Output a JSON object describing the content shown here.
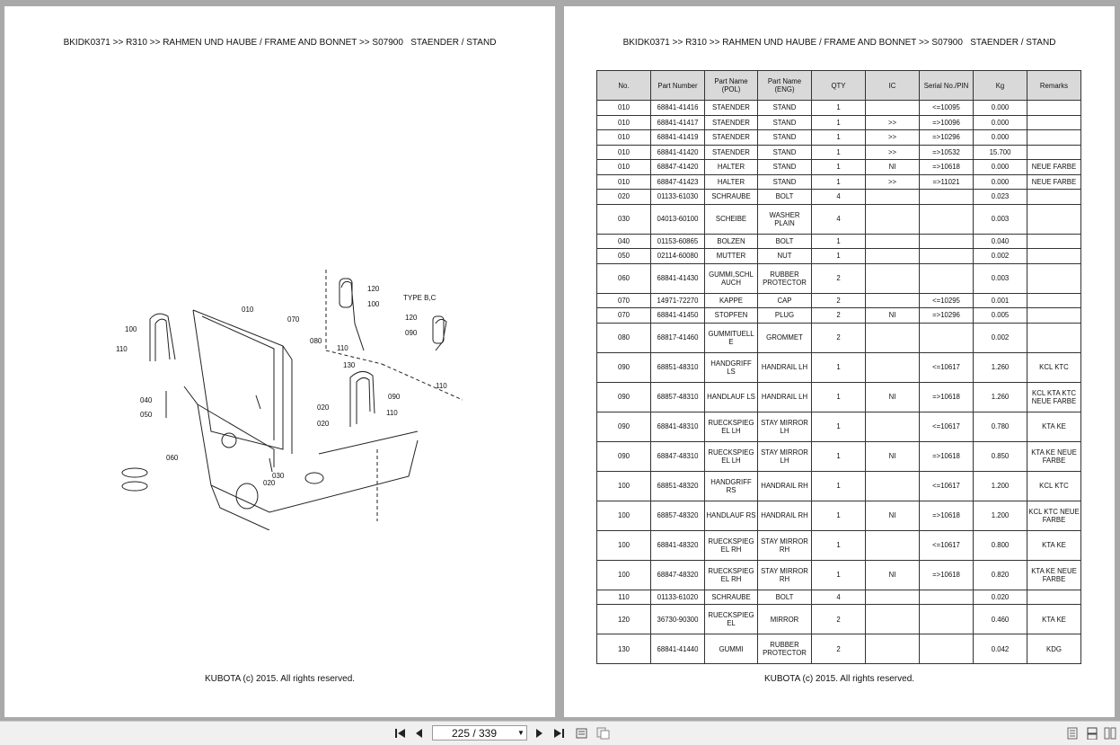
{
  "left_page": {
    "header": "BKIDK0371 >> R310 >> RAHMEN UND HAUBE / FRAME AND BONNET >> S07900   STAENDER / STAND",
    "footer": "KUBOTA (c) 2015. All rights reserved.",
    "diagram_labels": {
      "type": "TYPE B,C",
      "l010": "010",
      "l070": "070",
      "l080": "080",
      "l100a": "100",
      "l110a": "110",
      "l120a": "120",
      "l100b": "100",
      "l110b": "110",
      "l130": "130",
      "l120b": "120",
      "l090a": "090",
      "l110c": "110",
      "l090b": "090",
      "l110d": "110",
      "l040": "040",
      "l050": "050",
      "l020a": "020",
      "l020b": "020",
      "l060": "060",
      "l030": "030",
      "l020c": "020"
    }
  },
  "right_page": {
    "header": "BKIDK0371 >> R310 >> RAHMEN UND HAUBE / FRAME AND BONNET >> S07900   STAENDER / STAND",
    "footer": "KUBOTA (c) 2015. All rights reserved.",
    "table": {
      "headers": [
        "No.",
        "Part Number",
        "Part Name (POL)",
        "Part Name (ENG)",
        "QTY",
        "IC",
        "Serial No./PIN",
        "Kg",
        "Remarks"
      ],
      "rows": [
        {
          "no": "010",
          "pn": "68841-41416",
          "pol": "STAENDER",
          "eng": "STAND",
          "qty": "1",
          "ic": "",
          "serial": "<=10095",
          "kg": "0.000",
          "rem": ""
        },
        {
          "no": "010",
          "pn": "68841-41417",
          "pol": "STAENDER",
          "eng": "STAND",
          "qty": "1",
          "ic": ">>",
          "serial": "=>10096",
          "kg": "0.000",
          "rem": ""
        },
        {
          "no": "010",
          "pn": "68841-41419",
          "pol": "STAENDER",
          "eng": "STAND",
          "qty": "1",
          "ic": ">>",
          "serial": "=>10296",
          "kg": "0.000",
          "rem": ""
        },
        {
          "no": "010",
          "pn": "68841-41420",
          "pol": "STAENDER",
          "eng": "STAND",
          "qty": "1",
          "ic": ">>",
          "serial": "=>10532",
          "kg": "15.700",
          "rem": ""
        },
        {
          "no": "010",
          "pn": "68847-41420",
          "pol": "HALTER",
          "eng": "STAND",
          "qty": "1",
          "ic": "NI",
          "serial": "=>10618",
          "kg": "0.000",
          "rem": "NEUE FARBE"
        },
        {
          "no": "010",
          "pn": "68847-41423",
          "pol": "HALTER",
          "eng": "STAND",
          "qty": "1",
          "ic": ">>",
          "serial": "=>11021",
          "kg": "0.000",
          "rem": "NEUE FARBE"
        },
        {
          "no": "020",
          "pn": "01133-61030",
          "pol": "SCHRAUBE",
          "eng": "BOLT",
          "qty": "4",
          "ic": "",
          "serial": "",
          "kg": "0.023",
          "rem": ""
        },
        {
          "no": "030",
          "pn": "04013-60100",
          "pol": "SCHEIBE",
          "eng": "WASHER PLAIN",
          "qty": "4",
          "ic": "",
          "serial": "",
          "kg": "0.003",
          "rem": ""
        },
        {
          "no": "040",
          "pn": "01153-60865",
          "pol": "BOLZEN",
          "eng": "BOLT",
          "qty": "1",
          "ic": "",
          "serial": "",
          "kg": "0.040",
          "rem": ""
        },
        {
          "no": "050",
          "pn": "02114-60080",
          "pol": "MUTTER",
          "eng": "NUT",
          "qty": "1",
          "ic": "",
          "serial": "",
          "kg": "0.002",
          "rem": ""
        },
        {
          "no": "060",
          "pn": "68841-41430",
          "pol": "GUMMI,SCHL AUCH",
          "eng": "RUBBER PROTECTOR",
          "qty": "2",
          "ic": "",
          "serial": "",
          "kg": "0.003",
          "rem": ""
        },
        {
          "no": "070",
          "pn": "14971-72270",
          "pol": "KAPPE",
          "eng": "CAP",
          "qty": "2",
          "ic": "",
          "serial": "<=10295",
          "kg": "0.001",
          "rem": ""
        },
        {
          "no": "070",
          "pn": "68841-41450",
          "pol": "STOPFEN",
          "eng": "PLUG",
          "qty": "2",
          "ic": "NI",
          "serial": "=>10296",
          "kg": "0.005",
          "rem": ""
        },
        {
          "no": "080",
          "pn": "68817-41460",
          "pol": "GUMMITUELL E",
          "eng": "GROMMET",
          "qty": "2",
          "ic": "",
          "serial": "",
          "kg": "0.002",
          "rem": ""
        },
        {
          "no": "090",
          "pn": "68851-48310",
          "pol": "HANDGRIFF LS",
          "eng": "HANDRAIL LH",
          "qty": "1",
          "ic": "",
          "serial": "<=10617",
          "kg": "1.260",
          "rem": "KCL KTC"
        },
        {
          "no": "090",
          "pn": "68857-48310",
          "pol": "HANDLAUF LS",
          "eng": "HANDRAIL LH",
          "qty": "1",
          "ic": "NI",
          "serial": "=>10618",
          "kg": "1.260",
          "rem": "KCL KTA KTC NEUE FARBE"
        },
        {
          "no": "090",
          "pn": "68841-48310",
          "pol": "RUECKSPIEG EL LH",
          "eng": "STAY MIRROR LH",
          "qty": "1",
          "ic": "",
          "serial": "<=10617",
          "kg": "0.780",
          "rem": "KTA KE"
        },
        {
          "no": "090",
          "pn": "68847-48310",
          "pol": "RUECKSPIEG EL LH",
          "eng": "STAY MIRROR LH",
          "qty": "1",
          "ic": "NI",
          "serial": "=>10618",
          "kg": "0.850",
          "rem": "KTA KE NEUE FARBE"
        },
        {
          "no": "100",
          "pn": "68851-48320",
          "pol": "HANDGRIFF RS",
          "eng": "HANDRAIL RH",
          "qty": "1",
          "ic": "",
          "serial": "<=10617",
          "kg": "1.200",
          "rem": "KCL KTC"
        },
        {
          "no": "100",
          "pn": "68857-48320",
          "pol": "HANDLAUF RS",
          "eng": "HANDRAIL RH",
          "qty": "1",
          "ic": "NI",
          "serial": "=>10618",
          "kg": "1.200",
          "rem": "KCL KTC NEUE FARBE"
        },
        {
          "no": "100",
          "pn": "68841-48320",
          "pol": "RUECKSPIEG EL RH",
          "eng": "STAY MIRROR RH",
          "qty": "1",
          "ic": "",
          "serial": "<=10617",
          "kg": "0.800",
          "rem": "KTA KE"
        },
        {
          "no": "100",
          "pn": "68847-48320",
          "pol": "RUECKSPIEG EL RH",
          "eng": "STAY MIRROR RH",
          "qty": "1",
          "ic": "NI",
          "serial": "=>10618",
          "kg": "0.820",
          "rem": "KTA KE NEUE FARBE"
        },
        {
          "no": "110",
          "pn": "01133-61020",
          "pol": "SCHRAUBE",
          "eng": "BOLT",
          "qty": "4",
          "ic": "",
          "serial": "",
          "kg": "0.020",
          "rem": ""
        },
        {
          "no": "120",
          "pn": "36730-90300",
          "pol": "RUECKSPIEG EL",
          "eng": "MIRROR",
          "qty": "2",
          "ic": "",
          "serial": "",
          "kg": "0.460",
          "rem": "KTA KE"
        },
        {
          "no": "130",
          "pn": "68841-41440",
          "pol": "GUMMI",
          "eng": "RUBBER PROTECTOR",
          "qty": "2",
          "ic": "",
          "serial": "",
          "kg": "0.042",
          "rem": "KDG"
        }
      ]
    }
  },
  "toolbar": {
    "page_indicator": "225 / 339"
  }
}
